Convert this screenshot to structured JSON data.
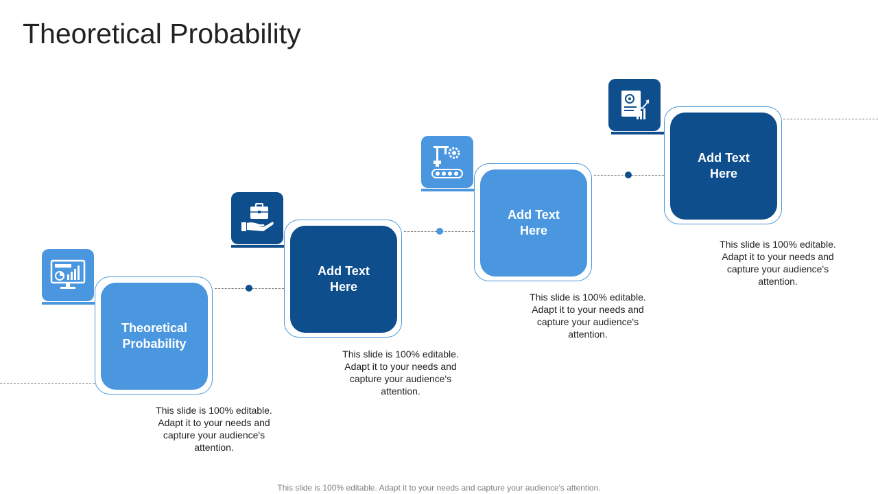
{
  "title": "Theoretical Probability",
  "steps": [
    {
      "label": "Theoretical Probability",
      "desc": "This slide is 100% editable. Adapt it to your needs and capture your audience's attention.",
      "icon": "monitor-chart-icon",
      "color": "#4a97e0"
    },
    {
      "label": "Add Text Here",
      "desc": "This slide is 100% editable. Adapt it to your needs and capture your audience's attention.",
      "icon": "hand-briefcase-icon",
      "color": "#0e4e8c"
    },
    {
      "label": "Add Text Here",
      "desc": "This slide is 100% editable. Adapt it to your needs and capture your audience's attention.",
      "icon": "robot-conveyor-icon",
      "color": "#4a97e0"
    },
    {
      "label": "Add Text Here",
      "desc": "This slide is 100% editable. Adapt it to your needs and capture your audience's attention.",
      "icon": "report-analytics-icon",
      "color": "#0e4e8c"
    }
  ],
  "footer": "This slide is 100% editable. Adapt it to your needs and capture your audience's attention."
}
